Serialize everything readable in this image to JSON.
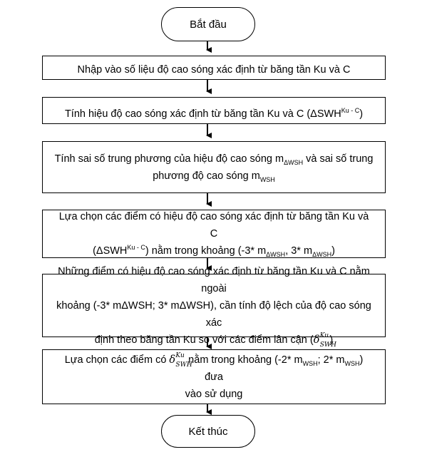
{
  "start": "Bắt đầu",
  "end": "Kết thúc",
  "step1": "Nhập vào số liệu độ cao sóng xác định từ băng tần Ku và C",
  "step2": {
    "text": "Tính hiệu độ cao sóng xác định từ băng tần Ku và C (ΔSWH",
    "sup": "Ku - C",
    "close": ")"
  },
  "step3": {
    "line1_a": "Tính sai số trung phương  của hiệu độ cao sóng m",
    "line1_sub": "ΔWSH",
    "line1_b": " và sai số trung",
    "line2_a": "phương  độ cao sóng m",
    "line2_sub": "WSH"
  },
  "step4": {
    "line1": "Lựa chọn các điểm có hiệu độ cao sóng xác định từ băng tần Ku và C",
    "line2_a": "(ΔSWH",
    "line2_sup": "Ku - C",
    "line2_b": ") nằm trong khoảng (-3* m",
    "line2_sub1": "ΔWSH",
    "line2_c": ", 3* m",
    "line2_sub2": "ΔWSH",
    "line2_d": ")"
  },
  "step5": {
    "line1": "Những điểm có hiệu độ cao sóng xác định từ băng tần Ku và C nằm ngoài",
    "line2": "khoảng (-3* mΔWSH; 3* mΔWSH),  cần tính độ lệch của độ cao sóng xác",
    "line3_a": "định theo băng tần Ku so với các điểm lân cận (",
    "sym": "δ",
    "sym_sup": "Ku",
    "sym_sub": "SWH",
    "line3_b": ")"
  },
  "step6": {
    "line1_a": "Lựa chọn các điểm có ",
    "sym": "δ",
    "sym_sup": "Ku",
    "sym_sub": "SWH",
    "line1_b": " nằm trong khoảng (-2* m",
    "line1_sub1": "WSH",
    "line1_c": "; 2* m",
    "line1_sub2": "WSH",
    "line1_d": ") đưa",
    "line2": "vào sử dụng"
  }
}
